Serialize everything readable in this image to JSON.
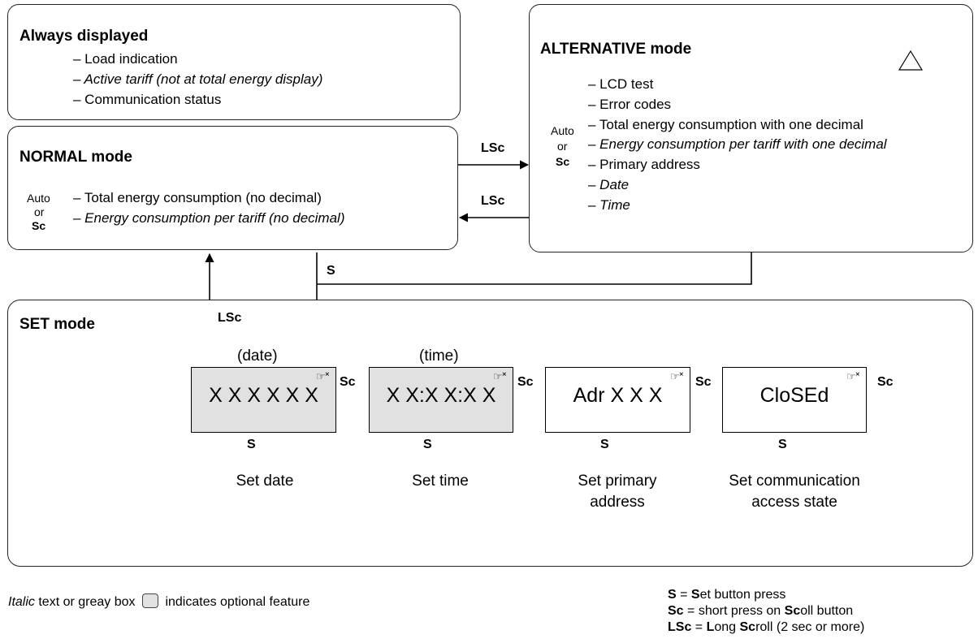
{
  "always": {
    "title": "Always displayed",
    "items": [
      "– Load indication",
      "– Active tariff (not at total energy display)",
      "– Communication status"
    ]
  },
  "normal": {
    "title": "NORMAL mode",
    "cycle": {
      "auto": "Auto",
      "or": "or",
      "sc": "Sc"
    },
    "items": [
      "– Total energy consumption (no decimal)",
      "– Energy consumption per tariff (no decimal)"
    ]
  },
  "alternative": {
    "title": "ALTERNATIVE mode",
    "warning_icon": "triangle-icon",
    "cycle": {
      "auto": "Auto",
      "or": "or",
      "sc": "Sc"
    },
    "items": [
      "– LCD test",
      "– Error codes",
      "– Total energy consumption with one decimal",
      "– Energy consumption per tariff with one decimal",
      "– Primary address",
      "– Date",
      "– Time"
    ]
  },
  "arrows": {
    "lsc_right": "LSc",
    "lsc_left": "LSc",
    "s_down": "S",
    "lsc_set": "LSc"
  },
  "set": {
    "title": "SET mode",
    "displays": [
      {
        "caption": "(date)",
        "text": "X X X X X X",
        "action": "Set date",
        "s": "S",
        "sc": "Sc"
      },
      {
        "caption": "(time)",
        "text": "X X:X X:X X",
        "action": "Set time",
        "s": "S",
        "sc": "Sc"
      },
      {
        "caption": "",
        "text": "Adr X X X",
        "action_line1": "Set primary",
        "action_line2": "address",
        "s": "S",
        "sc": "Sc"
      },
      {
        "caption": "",
        "text": "CloSEd",
        "action_line1": "Set communication",
        "action_line2": "access state",
        "s": "S",
        "sc": "Sc"
      }
    ]
  },
  "footer": {
    "italic_word": "Italic",
    "note_part1": " text or greay box",
    "note_part2": "indicates optional feature",
    "legend": [
      {
        "key": "S",
        "eq": " = ",
        "b": "S",
        "rest": "et button press"
      },
      {
        "key": "Sc",
        "eq": " = short press on ",
        "b": "Sc",
        "rest": "oll button"
      },
      {
        "key": "LSc",
        "eq": " = ",
        "b": "L",
        "mid": "ong ",
        "b2": "Sc",
        "rest": "roll (2 sec or more)"
      }
    ]
  }
}
